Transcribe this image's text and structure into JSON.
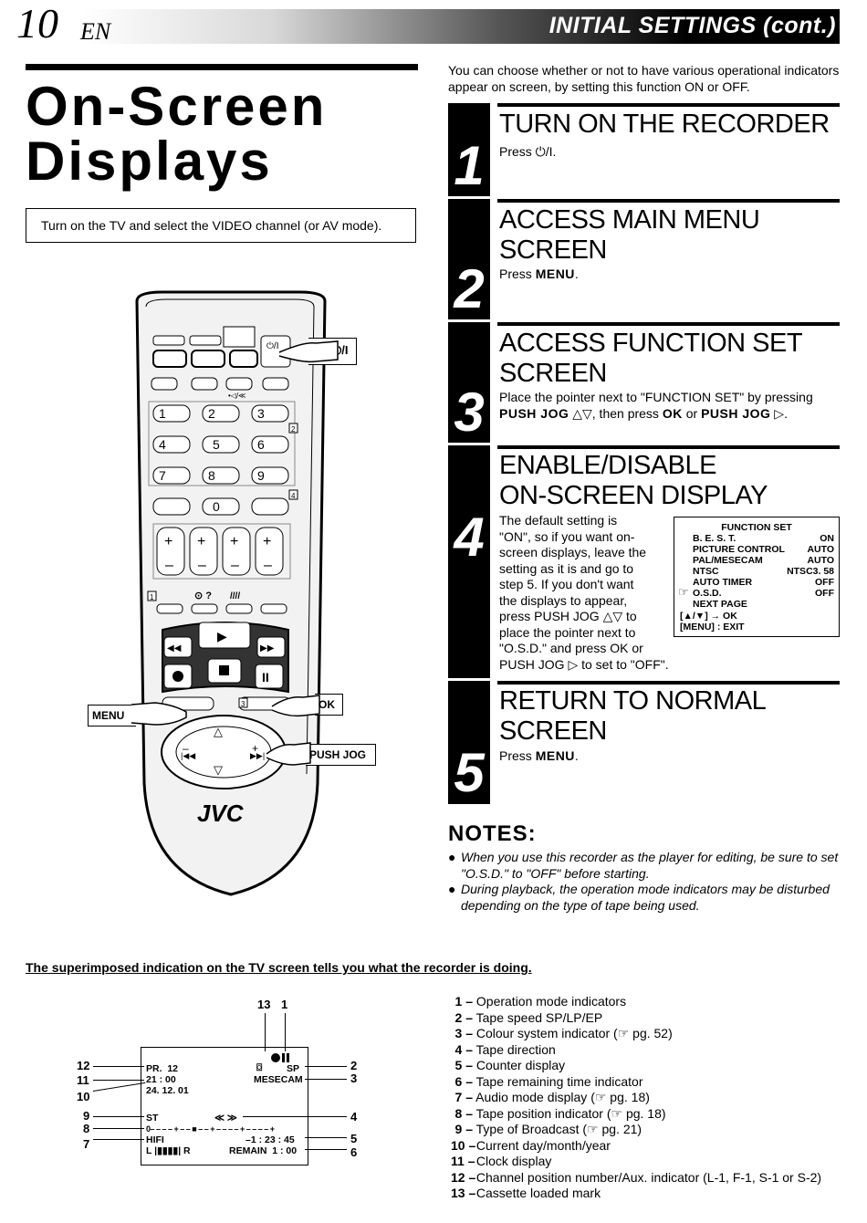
{
  "header": {
    "page_number": "10",
    "lang": "EN",
    "title": "INITIAL SETTINGS (cont.)"
  },
  "title": {
    "line1": "On-Screen",
    "line2": "Displays"
  },
  "instruction": "Turn on the TV and select the VIDEO channel (or AV mode).",
  "intro": "You can choose whether or not to have various operational indicators appear on screen, by setting this function ON or OFF.",
  "steps": [
    {
      "num": "1",
      "heading_1": "TURN ON THE RECORDER",
      "body": [
        "Press ⏻/I."
      ]
    },
    {
      "num": "2",
      "heading_1": "ACCESS MAIN MENU",
      "heading_2": "SCREEN",
      "body_pre": "Press ",
      "body_key": "MENU",
      "body_post": "."
    },
    {
      "num": "3",
      "heading_1": "ACCESS FUNCTION SET",
      "heading_2": "SCREEN",
      "body_line1": "Place the pointer next to \"FUNCTION SET\" by pressing",
      "body_key1": "PUSH JOG",
      "body_mid": " △▽, then press ",
      "body_key2": "OK",
      "body_or": " or ",
      "body_key3": "PUSH JOG",
      "body_end": " ▷."
    },
    {
      "num": "4",
      "heading_1": "ENABLE/DISABLE",
      "heading_2": "ON-SCREEN DISPLAY",
      "lines": [
        "The default setting is",
        "\"ON\", so if you want on-",
        "screen displays, leave the",
        "setting as it is and go to",
        "step 5. If you don't want",
        "the displays to appear,",
        "press PUSH JOG △▽ to",
        "place the pointer next to",
        "\"O.S.D.\" and press OK or",
        "PUSH JOG ▷ to set to \"OFF\"."
      ]
    },
    {
      "num": "5",
      "heading_1": "RETURN TO NORMAL",
      "heading_2": "SCREEN",
      "body_pre": "Press ",
      "body_key": "MENU",
      "body_post": "."
    }
  ],
  "function_set": {
    "title": "FUNCTION SET",
    "rows": [
      {
        "label": "B. E. S. T.",
        "value": "ON"
      },
      {
        "label": "PICTURE CONTROL",
        "value": "AUTO"
      },
      {
        "label": "PAL/MESECAM",
        "value": "AUTO"
      },
      {
        "label": "NTSC",
        "value": "NTSC3. 58"
      },
      {
        "label": "AUTO TIMER",
        "value": "OFF"
      },
      {
        "label": "O.S.D.",
        "value": "OFF"
      },
      {
        "label": "NEXT PAGE",
        "value": ""
      }
    ],
    "nav": "[▲/▼] → OK",
    "exit": "[MENU] : EXIT"
  },
  "notes": {
    "heading": "NOTES:",
    "items": [
      "When you use this recorder as the player for editing, be sure to set \"O.S.D.\" to \"OFF\" before starting.",
      "During playback, the operation mode indicators may be disturbed depending on the type of tape being used."
    ]
  },
  "remote": {
    "brand": "JVC",
    "callouts": {
      "power": "⏻/I",
      "menu": "MENU",
      "ok": "OK",
      "push_jog": "PUSH JOG"
    },
    "keys": [
      "1",
      "2",
      "3",
      "4",
      "5",
      "6",
      "7",
      "8",
      "9",
      "0"
    ],
    "step_markers": [
      "1",
      "2",
      "3",
      "4"
    ]
  },
  "tv": {
    "caption": "The superimposed indication on the TV screen tells you what the recorder is doing.",
    "screen": {
      "channel": "PR.  12",
      "clock": "21 : 00",
      "date": "24. 12. 01",
      "speed": "SP",
      "system": "MESECAM",
      "broadcast": "ST",
      "direction": "≪ ≫",
      "audio": "HIFI",
      "levels": "L |▮▮▮▮| R",
      "counter": "–1 : 23 : 45",
      "remain": "REMAIN  1 : 00",
      "position_bar": "0– – – – + – – ■ – – + – – – – + – – – – +"
    },
    "callout_top": [
      "13",
      "1"
    ],
    "callout_left": [
      "12",
      "11",
      "10",
      "9",
      "8",
      "7"
    ],
    "callout_right": [
      "2",
      "3",
      "4",
      "5",
      "6"
    ]
  },
  "legend": [
    {
      "n": "1 –",
      "t": "Operation mode indicators"
    },
    {
      "n": "2 –",
      "t": "Tape speed SP/LP/EP"
    },
    {
      "n": "3 –",
      "t": "Colour system indicator (☞ pg. 52)"
    },
    {
      "n": "4 –",
      "t": "Tape direction"
    },
    {
      "n": "5 –",
      "t": "Counter display"
    },
    {
      "n": "6 –",
      "t": "Tape remaining time indicator"
    },
    {
      "n": "7 –",
      "t": "Audio mode display (☞ pg. 18)"
    },
    {
      "n": "8 –",
      "t": "Tape position indicator (☞ pg. 18)"
    },
    {
      "n": "9 –",
      "t": "Type of Broadcast (☞ pg. 21)"
    },
    {
      "n": "10 –",
      "t": "Current day/month/year"
    },
    {
      "n": "11 –",
      "t": "Clock display"
    },
    {
      "n": "12 –",
      "t": "Channel position number/Aux. indicator (L-1, F-1, S-1 or S-2)"
    },
    {
      "n": "13 –",
      "t": "Cassette loaded mark"
    }
  ]
}
